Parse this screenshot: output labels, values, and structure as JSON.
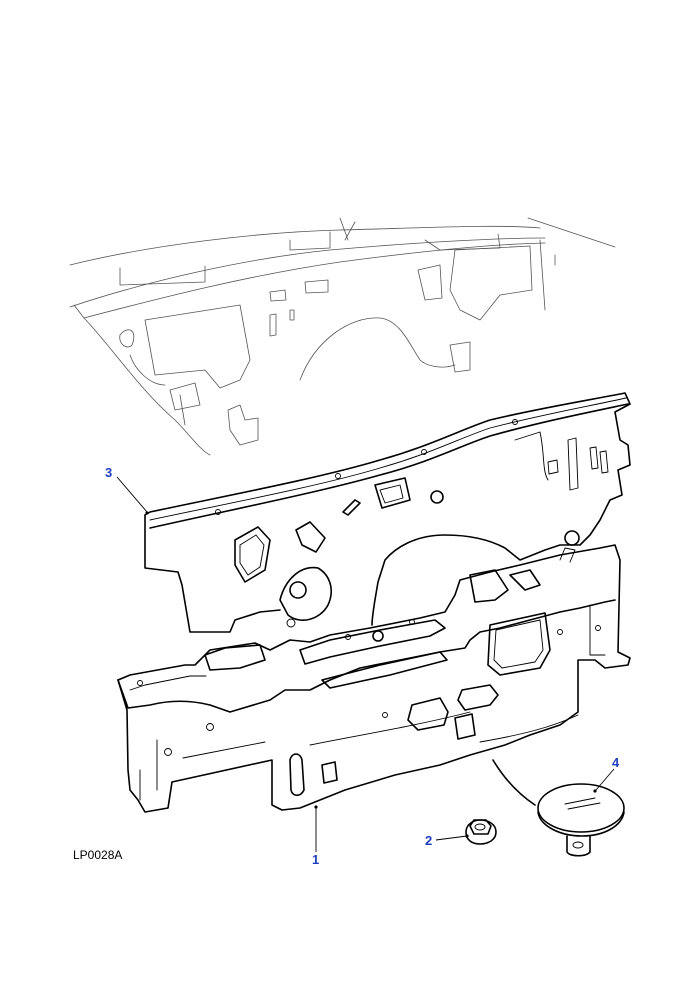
{
  "diagram": {
    "drawing_code": "LP0028A",
    "callouts": [
      {
        "id": "1",
        "label": "1"
      },
      {
        "id": "2",
        "label": "2"
      },
      {
        "id": "3",
        "label": "3"
      },
      {
        "id": "4",
        "label": "4"
      }
    ],
    "colors": {
      "callout": "#1f3fbf",
      "line": "#000000",
      "background_line": "#555555"
    }
  }
}
